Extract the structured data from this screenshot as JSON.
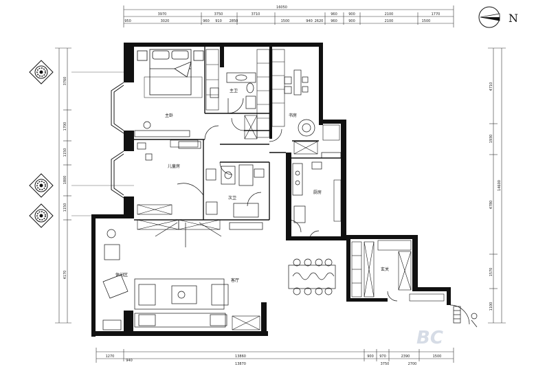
{
  "north_label": "N",
  "watermark": "BC",
  "dimensions": {
    "top_total": "16050",
    "top_segments": [
      "3970",
      "3750",
      "3710",
      "960",
      "900",
      "2100",
      "1770"
    ],
    "top_detail": [
      "950",
      "3020",
      "960",
      "910",
      "2850",
      "1500",
      "940",
      "2620",
      "960",
      "900",
      "2100",
      "1500"
    ],
    "bottom_total": "13870",
    "bottom_segments": [
      "1270",
      "940",
      "13860",
      "900",
      "970",
      "2390",
      "1500"
    ],
    "bottom_detail": [
      "3750",
      "2700"
    ],
    "left": [
      "3760",
      "1700",
      "1150",
      "1800",
      "1150",
      "4170"
    ],
    "right": [
      "4710",
      "1930",
      "4780",
      "1570",
      "1100"
    ],
    "right_total": "14600"
  },
  "rooms": [
    {
      "id": "master-bedroom",
      "label": "主卧"
    },
    {
      "id": "master-bath",
      "label": "主卫"
    },
    {
      "id": "study",
      "label": "书房"
    },
    {
      "id": "children-room",
      "label": "儿童房"
    },
    {
      "id": "second-bath",
      "label": "次卫"
    },
    {
      "id": "kitchen",
      "label": "厨房"
    },
    {
      "id": "leisure-area",
      "label": "休闲区"
    },
    {
      "id": "living-room",
      "label": "客厅"
    },
    {
      "id": "entrance",
      "label": "玄关"
    }
  ]
}
